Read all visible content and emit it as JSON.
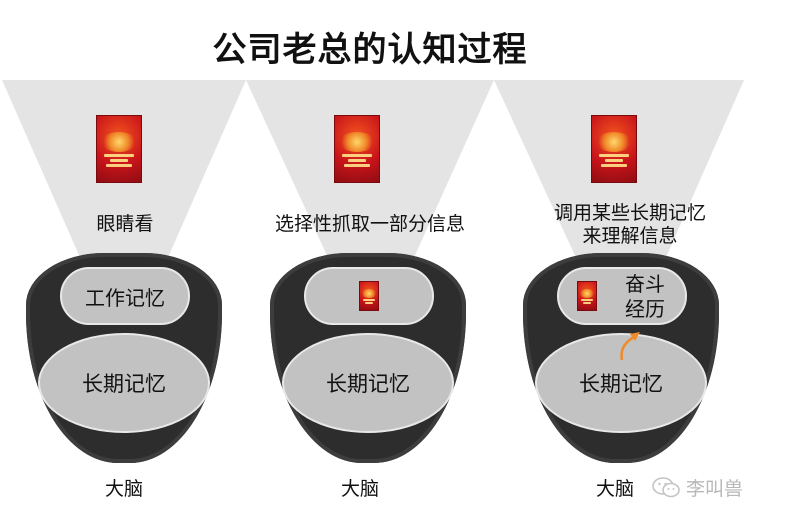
{
  "title": "公司老总的认知过程",
  "panels": [
    {
      "caption": "眼睛看",
      "working_memory": "工作记忆",
      "long_term_memory": "长期记忆",
      "label": "大脑"
    },
    {
      "caption": "选择性抓取一部分信息",
      "working_memory": "",
      "long_term_memory": "长期记忆",
      "label": "大脑"
    },
    {
      "caption_line1": "调用某些长期记忆",
      "caption_line2": "来理解信息",
      "working_memory_note_line1": "奋斗",
      "working_memory_note_line2": "经历",
      "long_term_memory": "长期记忆",
      "label": "大脑"
    }
  ],
  "watermark": {
    "text": "李叫兽",
    "icon": "wechat-icon"
  },
  "colors": {
    "cone": "#e4e4e4",
    "brain": "#2d2d2d",
    "memory": "#c2c2c2",
    "poster": "#c9141a",
    "arrow": "#f08a2a"
  }
}
